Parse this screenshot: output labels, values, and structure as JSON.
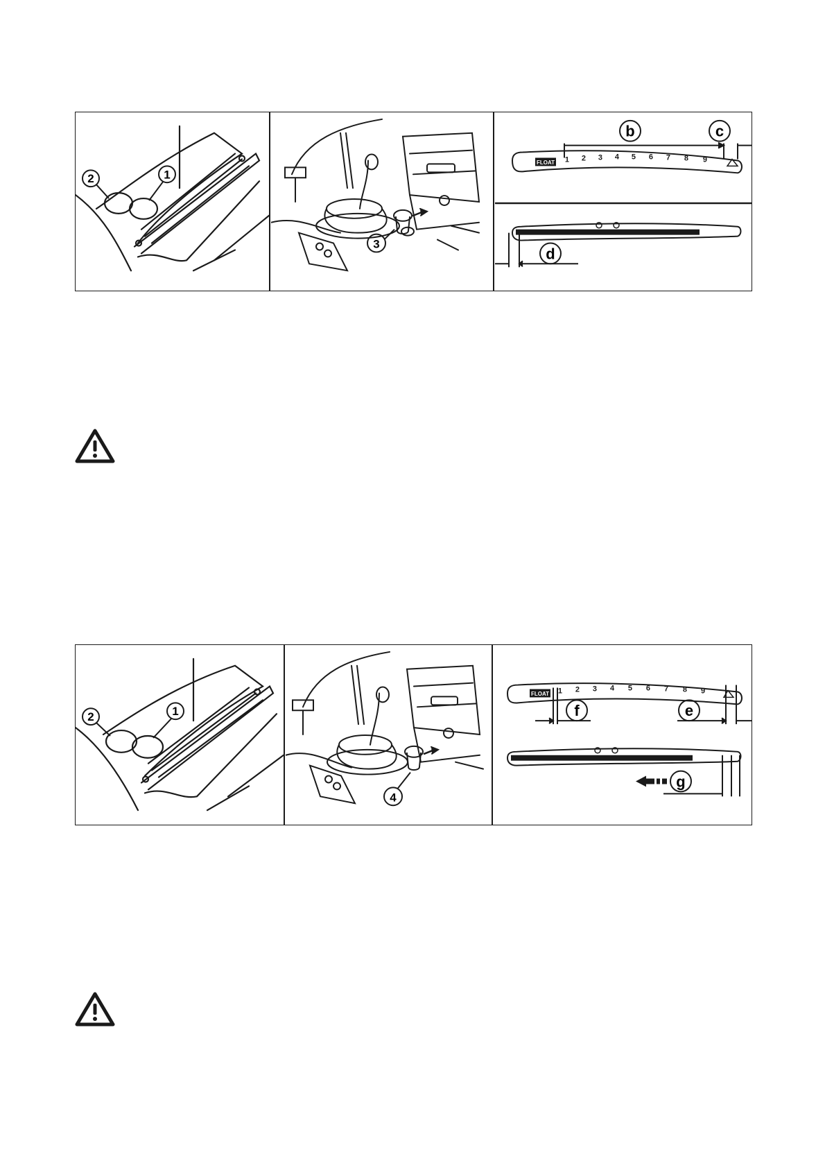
{
  "figure1": {
    "panel_a": {
      "callouts": [
        "2",
        "1"
      ]
    },
    "panel_b": {
      "callouts": [
        "3"
      ]
    },
    "panel_c": {
      "badge": "FLOAT",
      "scale": [
        "1",
        "2",
        "3",
        "4",
        "5",
        "6",
        "7",
        "8",
        "9"
      ],
      "letters": [
        "b",
        "c",
        "d"
      ]
    }
  },
  "figure2": {
    "panel_a": {
      "callouts": [
        "2",
        "1"
      ]
    },
    "panel_b": {
      "callouts": [
        "4"
      ]
    },
    "panel_c": {
      "badge": "FLOAT",
      "scale": [
        "1",
        "2",
        "3",
        "4",
        "5",
        "6",
        "7",
        "8",
        "9"
      ],
      "letters": [
        "f",
        "e",
        "g"
      ]
    }
  },
  "warnings": [
    {
      "icon": "warning-triangle-icon"
    },
    {
      "icon": "warning-triangle-icon"
    }
  ]
}
